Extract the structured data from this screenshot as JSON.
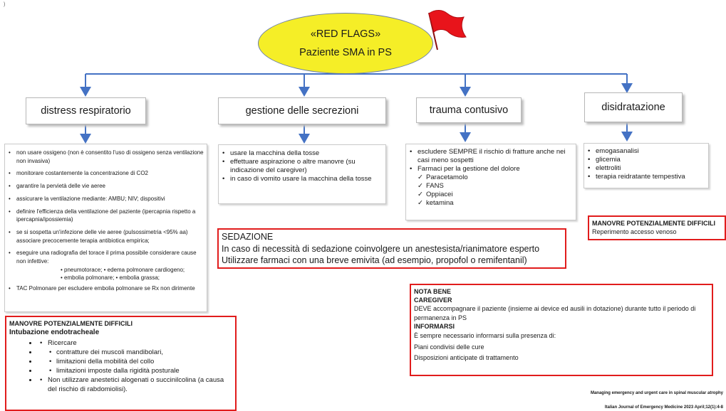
{
  "root": {
    "line1": "«RED FLAGS»",
    "line2": "Paziente SMA in PS"
  },
  "corner_mark": ")",
  "categories": [
    {
      "label": "distress respiratorio"
    },
    {
      "label": "gestione delle secrezioni"
    },
    {
      "label": "trauma contusivo"
    },
    {
      "label": "disidratazione"
    }
  ],
  "distress_items": [
    "non usare ossigeno (non è consentito l'uso di ossigeno senza ventilazione non invasiva)",
    "monitorare costantemente la concentrazione di CO2",
    "garantire la pervietà delle vie aeree",
    "assicurare la ventilazione mediante: AMBU;  NIV;  dispositivi",
    "definire l'efficienza della ventilazione del paziente (ipercapnia rispetto a ipercapnia/ipossiemia)",
    "se si sospetta un'infezione delle vie aeree  (pulsossimetria <95% aa)  associare precocemente terapia antibiotica empirica;",
    " eseguire una radiografia del torace il prima possibile considerare cause non infettive:"
  ],
  "distress_causes": [
    "• pneumotorace; • edema polmonare cardiogeno;",
    "• embolia polmonare; • embolia grassa;"
  ],
  "distress_last": "TAC Polmonare per escludere embolia polmonare se Rx non dirimente",
  "secrezioni_items": [
    "usare la macchina della tosse",
    "effettuare aspirazione o altre manovre (su indicazione del caregiver)",
    "in caso di vomito usare la macchina della tosse"
  ],
  "trauma_items": [
    "escludere SEMPRE il rischio di fratture anche nei casi meno sospetti",
    "Farmaci per la gestione del dolore"
  ],
  "trauma_drugs": [
    "Paracetamolo",
    "FANS",
    "Oppiacei",
    "ketamina"
  ],
  "disidratazione_items": [
    "emogasanalisi",
    "glicemia",
    "elettroliti",
    "terapia reidratante tempestiva"
  ],
  "manovre_right": {
    "title": "MANOVRE POTENZIALMENTE DIFFICILI",
    "text": "Reperimento accesso venoso"
  },
  "sedazione": {
    "title": "SEDAZIONE",
    "line1": "In caso di necessità di sedazione coinvolgere un anestesista/rianimatore esperto",
    "line2": "Utilizzare farmaci con una breve emivita (ad esempio, propofol o remifentanil)"
  },
  "nota_bene": {
    "title": "NOTA BENE",
    "caregiver_title": "CAREGIVER",
    "caregiver_text": "DEVE accompagnare il paziente (insieme ai device ed ausili in dotazione) durante tutto il periodo di permanenza in PS",
    "informarsi_title": "INFORMARSI",
    "informarsi_lines": [
      "È sempre necessario informarsi sulla presenza di:",
      "Piani condivisi delle cure",
      "Disposizioni anticipate di trattamento"
    ]
  },
  "manovre_left": {
    "title": "MANOVRE POTENZIALMENTE DIFFICILI",
    "subtitle": "Intubazione endotracheale",
    "ricercare": "Ricercare",
    "sub_items": [
      "contratture dei muscoli mandibolari,",
      "limitazioni della mobilità del collo",
      "limitazioni imposte dalla rigidità posturale"
    ],
    "last": "Non utilizzare anestetici alogenati o succinilcolina (a causa del rischio di rabdomiolisi)."
  },
  "reference": {
    "line1": "Managing emergency and urgent care in spinal muscular atrophy",
    "line2": "Italian Journal of Emergency Medicine 2023 April;12(1):4-8"
  },
  "colors": {
    "ellipse": "#f5ee27",
    "connector": "#4472c4",
    "red_border": "#e11c1c",
    "flag": "#e8141b"
  }
}
